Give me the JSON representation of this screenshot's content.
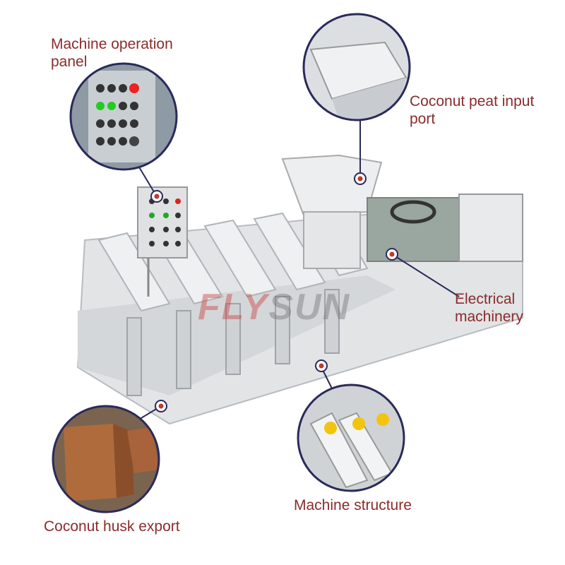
{
  "labels": {
    "operation_panel": "Machine operation panel",
    "input_port": "Coconut peat input port",
    "electrical": "Electrical machinery",
    "structure": "Machine structure",
    "husk_export": "Coconut husk export"
  },
  "watermark": {
    "part1": "FLY",
    "part2": "SUN",
    "colors": {
      "part1": "#c44444",
      "part2": "#777777"
    }
  },
  "colors": {
    "label_text": "#8b2b2b",
    "callout_ring": "#2a2a5a",
    "pin": "#c0392b",
    "machine": "#e6e6e6"
  }
}
